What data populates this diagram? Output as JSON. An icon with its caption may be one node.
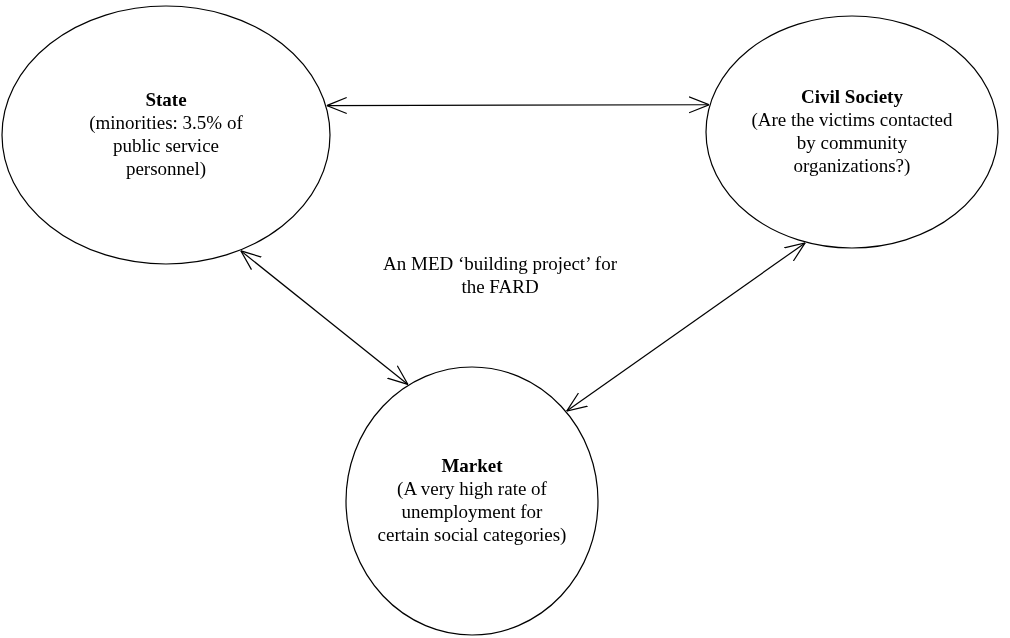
{
  "diagram": {
    "nodes": [
      {
        "text": [
          "State",
          "(minorities: 3.5% of public service personnel)"
        ]
      },
      {
        "text": [
          "Civil Society",
          "(Are the victims contacted by community organizations?)"
        ]
      },
      {
        "text": [
          "Market",
          "(A very high rate of unemployment for certain social categories)"
        ]
      }
    ],
    "edges": [
      {
        "from": 0,
        "to": 1,
        "arrow": "both"
      },
      {
        "from": 0,
        "to": 2,
        "arrow": "both"
      },
      {
        "from": 1,
        "to": 2,
        "arrow": "both"
      }
    ],
    "labels": [
      "An MED ‘building project’ for the FARD"
    ]
  }
}
